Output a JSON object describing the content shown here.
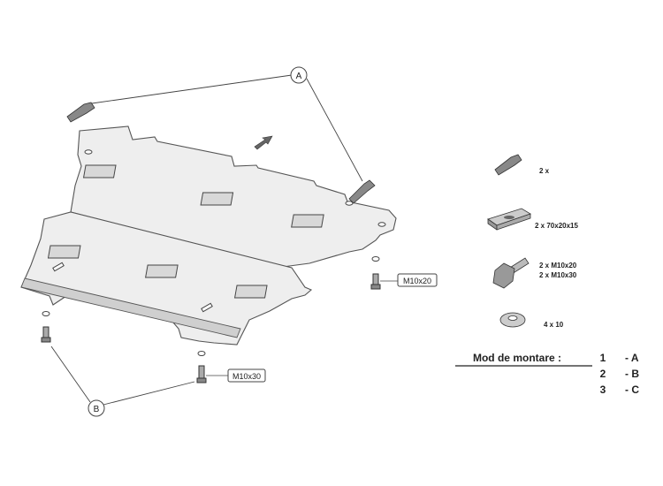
{
  "callouts": {
    "a": "A",
    "b": "B"
  },
  "bolt_labels": {
    "right": "M10x20",
    "bottom": "M10x30"
  },
  "parts_list": [
    {
      "icon": "clip-icon",
      "text": "2  x"
    },
    {
      "icon": "plate-icon",
      "text": "2  x  70x20x15"
    },
    {
      "icon": "bolt-icon",
      "text": "2  x  M10x20"
    },
    {
      "icon": "bolt-icon",
      "text": "2  x  M10x30"
    },
    {
      "icon": "washer-icon",
      "text": "4   x    10"
    }
  ],
  "mounting": {
    "title": "Mod de montare :",
    "steps": [
      {
        "num": "1",
        "label": "- A"
      },
      {
        "num": "2",
        "label": "- B"
      },
      {
        "num": "3",
        "label": "- C"
      }
    ]
  }
}
